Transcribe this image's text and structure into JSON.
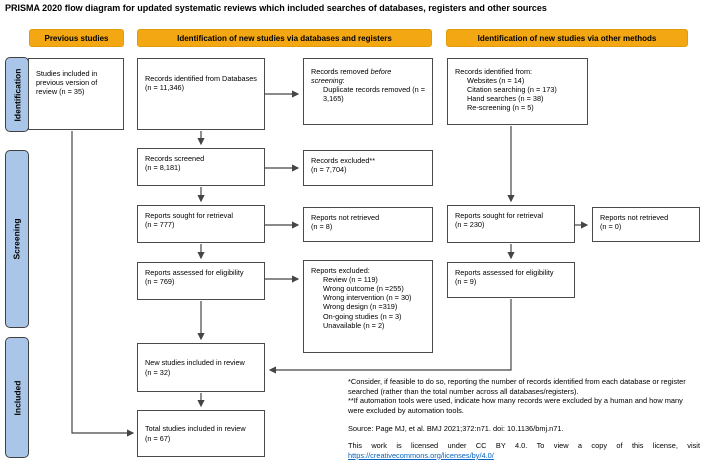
{
  "title": "PRISMA 2020 flow diagram for updated systematic reviews which included searches of databases, registers and other sources",
  "column_headers": {
    "previous_studies": "Previous studies",
    "databases_registers": "Identification of new studies via databases and registers",
    "other_methods": "Identification of new studies via other methods"
  },
  "sidebar": {
    "identification": "Identification",
    "screening": "Screening",
    "included": "Included"
  },
  "boxes": {
    "previous_review": "Studies included in previous version of review (n = 35)",
    "records_identified_databases": "Records identified from Databases (n = 11,346)",
    "records_removed": {
      "pre": "Records removed ",
      "italic": "before screening",
      "suffix": ":",
      "item": "Duplicate records removed (n = 3,165)"
    },
    "records_identified_other": {
      "lead": "Records identified from:",
      "items": [
        "Websites (n = 14)",
        "Citation searching (n = 173)",
        "Hand searches (n = 38)",
        "Re-screening (n = 5)"
      ]
    },
    "records_screened": {
      "label": "Records screened",
      "n": "(n = 8,181)"
    },
    "records_excluded": {
      "label": "Records excluded**",
      "n": "(n = 7,704)"
    },
    "reports_sought_db": {
      "label": "Reports sought for retrieval",
      "n": "(n = 777)"
    },
    "reports_not_retrieved_db": {
      "label": "Reports not retrieved",
      "n": "(n = 8)"
    },
    "reports_sought_other": {
      "label": "Reports sought for retrieval",
      "n": "(n = 230)"
    },
    "reports_not_retrieved_other": {
      "label": "Reports not retrieved",
      "n": "(n = 0)"
    },
    "reports_assessed_db": {
      "label": "Reports assessed for eligibility",
      "n": "(n = 769)"
    },
    "reports_excluded": {
      "lead": "Reports excluded:",
      "items": [
        "Review (n = 119)",
        "Wrong outcome (n =255)",
        "Wrong intervention (n = 30)",
        "Wrong design (n =319)",
        "On-going studies (n = 3)",
        "Unavailable (n = 2)"
      ]
    },
    "reports_assessed_other": {
      "label": "Reports assessed for eligibility",
      "n": "(n = 9)"
    },
    "new_studies": {
      "label": "New studies included in review",
      "n": "(n = 32)"
    },
    "total_studies": {
      "label": "Total studies included in review",
      "n": "(n = 67)"
    }
  },
  "footnotes": {
    "asterisk": "*Consider, if feasible to do so, reporting the number of records identified from each database or register searched (rather than the total number across all databases/registers).",
    "double_asterisk": "**If automation tools were used, indicate how many records were excluded by a human and how many were excluded by automation tools.",
    "source": "Source: Page MJ, et al. BMJ 2021;372:n71. doi: 10.1136/bmj.n71.",
    "license_text": "This work is licensed under CC BY 4.0. To view a copy of this license, visit",
    "license_url": "https://creativecommons.org/licenses/by/4.0/"
  },
  "colors": {
    "header_fill": "#F3A712",
    "sidebar_fill": "#A9C6E8",
    "box_border": "#4A4A4A",
    "link": "#0563C1"
  }
}
